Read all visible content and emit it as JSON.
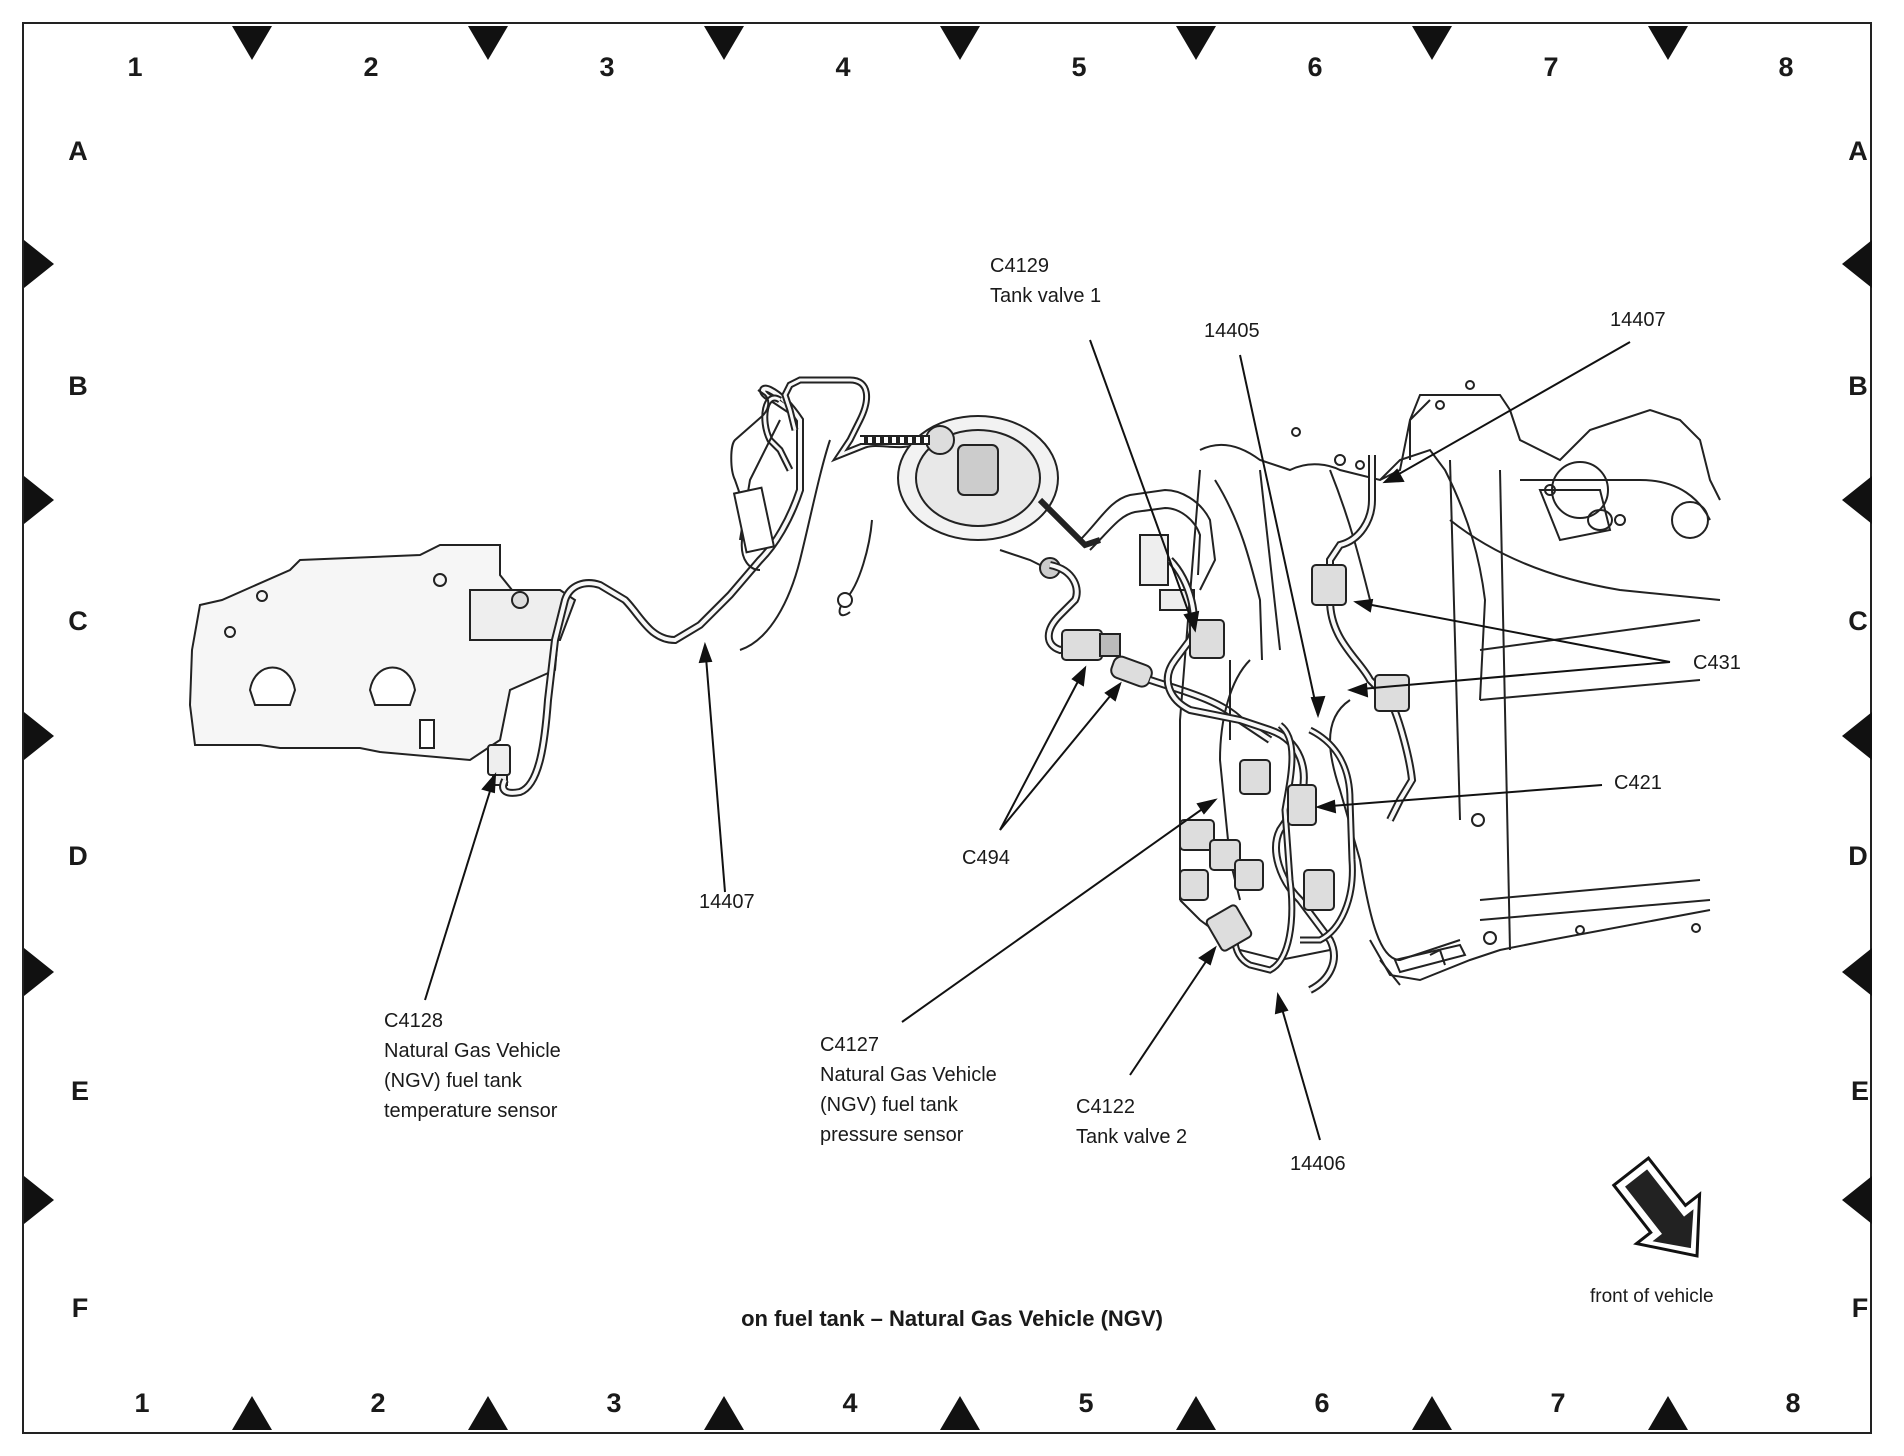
{
  "grid": {
    "columns": [
      "1",
      "2",
      "3",
      "4",
      "5",
      "6",
      "7",
      "8"
    ],
    "rows": [
      "A",
      "B",
      "C",
      "D",
      "E",
      "F"
    ]
  },
  "labels": {
    "c4129": {
      "id": "C4129",
      "desc": "Tank valve 1"
    },
    "p14405": "14405",
    "p14407_top": "14407",
    "c431": "C431",
    "c421": "C421",
    "c494": "C494",
    "p14407_mid": "14407",
    "c4128": {
      "id": "C4128",
      "lines": [
        "Natural Gas Vehicle",
        "(NGV) fuel tank",
        "temperature sensor"
      ]
    },
    "c4127": {
      "id": "C4127",
      "lines": [
        "Natural Gas Vehicle",
        "(NGV) fuel tank",
        "pressure sensor"
      ]
    },
    "c4122": {
      "id": "C4122",
      "desc": "Tank valve 2"
    },
    "p14406": "14406"
  },
  "caption": "on fuel tank – Natural Gas Vehicle (NGV)",
  "front_of_vehicle": "front of vehicle",
  "colors": {
    "ink": "#1a1a1a",
    "line": "#222222",
    "fill_light": "#f4f4f4",
    "fill_dark": "#333333"
  }
}
